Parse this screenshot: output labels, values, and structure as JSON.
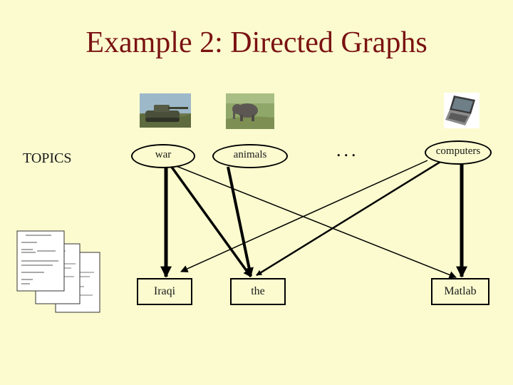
{
  "slide": {
    "title": "Example 2: Directed Graphs",
    "topics_label": "TOPICS",
    "ellipsis": "..."
  },
  "nodes": {
    "war": "war",
    "animals": "animals",
    "computers": "computers",
    "iraqi": "Iraqi",
    "the": "the",
    "matlab": "Matlab"
  },
  "images": {
    "tank": "tank-photo",
    "elephant": "elephant-photo",
    "laptop": "laptop-photo",
    "documents": "documents-stack"
  },
  "colors": {
    "background": "#FBFBCF",
    "title": "#7A1212"
  }
}
